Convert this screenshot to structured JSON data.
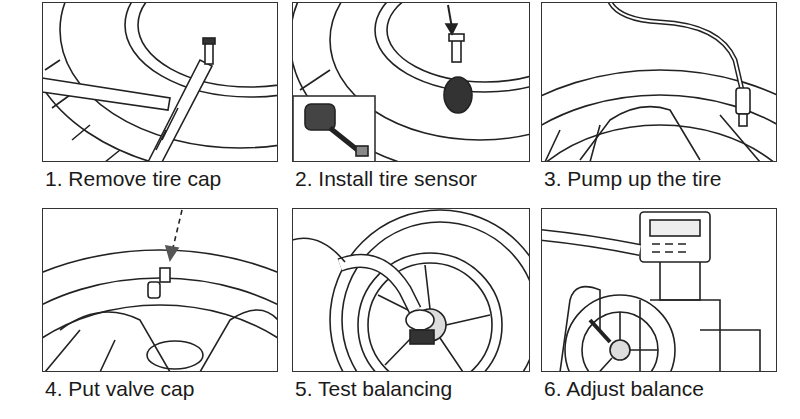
{
  "diagram": {
    "nodes": [
      {
        "text": [
          "1. Remove tire cap"
        ]
      },
      {
        "text": [
          "2. Install tire sensor"
        ]
      },
      {
        "text": [
          "3. Pump up the tire"
        ]
      },
      {
        "text": [
          "4. Put valve cap"
        ]
      },
      {
        "text": [
          "5. Test balancing"
        ]
      },
      {
        "text": [
          "6. Adjust balance"
        ]
      }
    ]
  }
}
